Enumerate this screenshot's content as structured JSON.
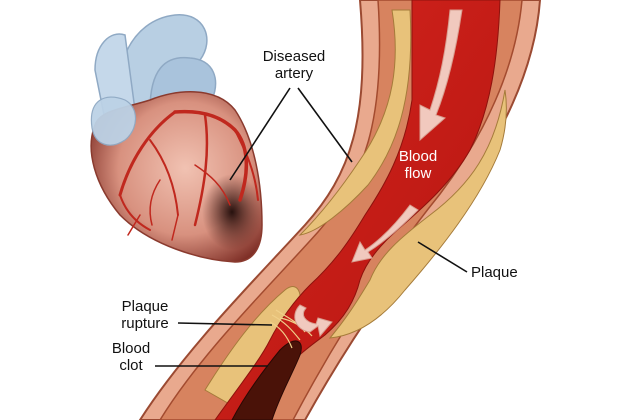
{
  "labels": {
    "diseased_artery": [
      "Diseased",
      "artery"
    ],
    "blood_flow": [
      "Blood",
      "flow"
    ],
    "plaque": "Plaque",
    "plaque_rupture": [
      "Plaque",
      "rupture"
    ],
    "blood_clot": [
      "Blood",
      "clot"
    ]
  },
  "colors": {
    "heart_body": "#b8cfe3",
    "heart_muscle": "#d99a8a",
    "coronary_artery": "#c0281e",
    "artery_wall_outer": "#e9a98e",
    "artery_wall_inner": "#d7835f",
    "plaque": "#e8c27a",
    "blood": "#cf1f1a",
    "blood_clot": "#4a1208",
    "flow_arrow": "#f1c9be"
  }
}
